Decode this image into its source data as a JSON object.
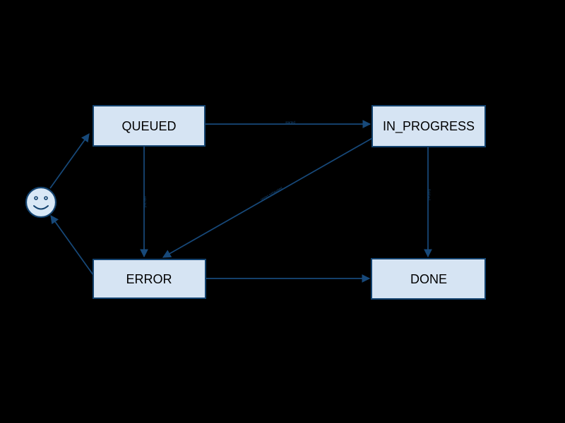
{
  "diagram": {
    "type": "state-machine",
    "background_color": "#000000",
    "node_fill_color": "#d6e4f3",
    "node_border_color": "#14436f",
    "edge_color": "#17497a",
    "node_text_color": "#000000",
    "nodes": {
      "queued": {
        "label": "QUEUED"
      },
      "in_progress": {
        "label": "IN_PROGRESS"
      },
      "error": {
        "label": "ERROR"
      },
      "done": {
        "label": "DONE"
      },
      "initial": {
        "label": "",
        "shape": "smiley-face"
      }
    },
    "edges": {
      "initial_to_queued": {
        "from": "initial",
        "to": "QUEUED",
        "label": ""
      },
      "queued_to_in_progress": {
        "from": "QUEUED",
        "to": "IN_PROGRESS",
        "label": "started"
      },
      "queued_to_error": {
        "from": "QUEUED",
        "to": "ERROR",
        "label": "rejected"
      },
      "in_progress_to_error": {
        "from": "IN_PROGRESS",
        "to": "ERROR",
        "label": "retries exhausted"
      },
      "in_progress_to_done": {
        "from": "IN_PROGRESS",
        "to": "DONE",
        "label": "finished"
      },
      "error_to_done": {
        "from": "ERROR",
        "to": "DONE",
        "label": ""
      },
      "error_to_initial": {
        "from": "ERROR",
        "to": "initial",
        "label": ""
      }
    }
  }
}
